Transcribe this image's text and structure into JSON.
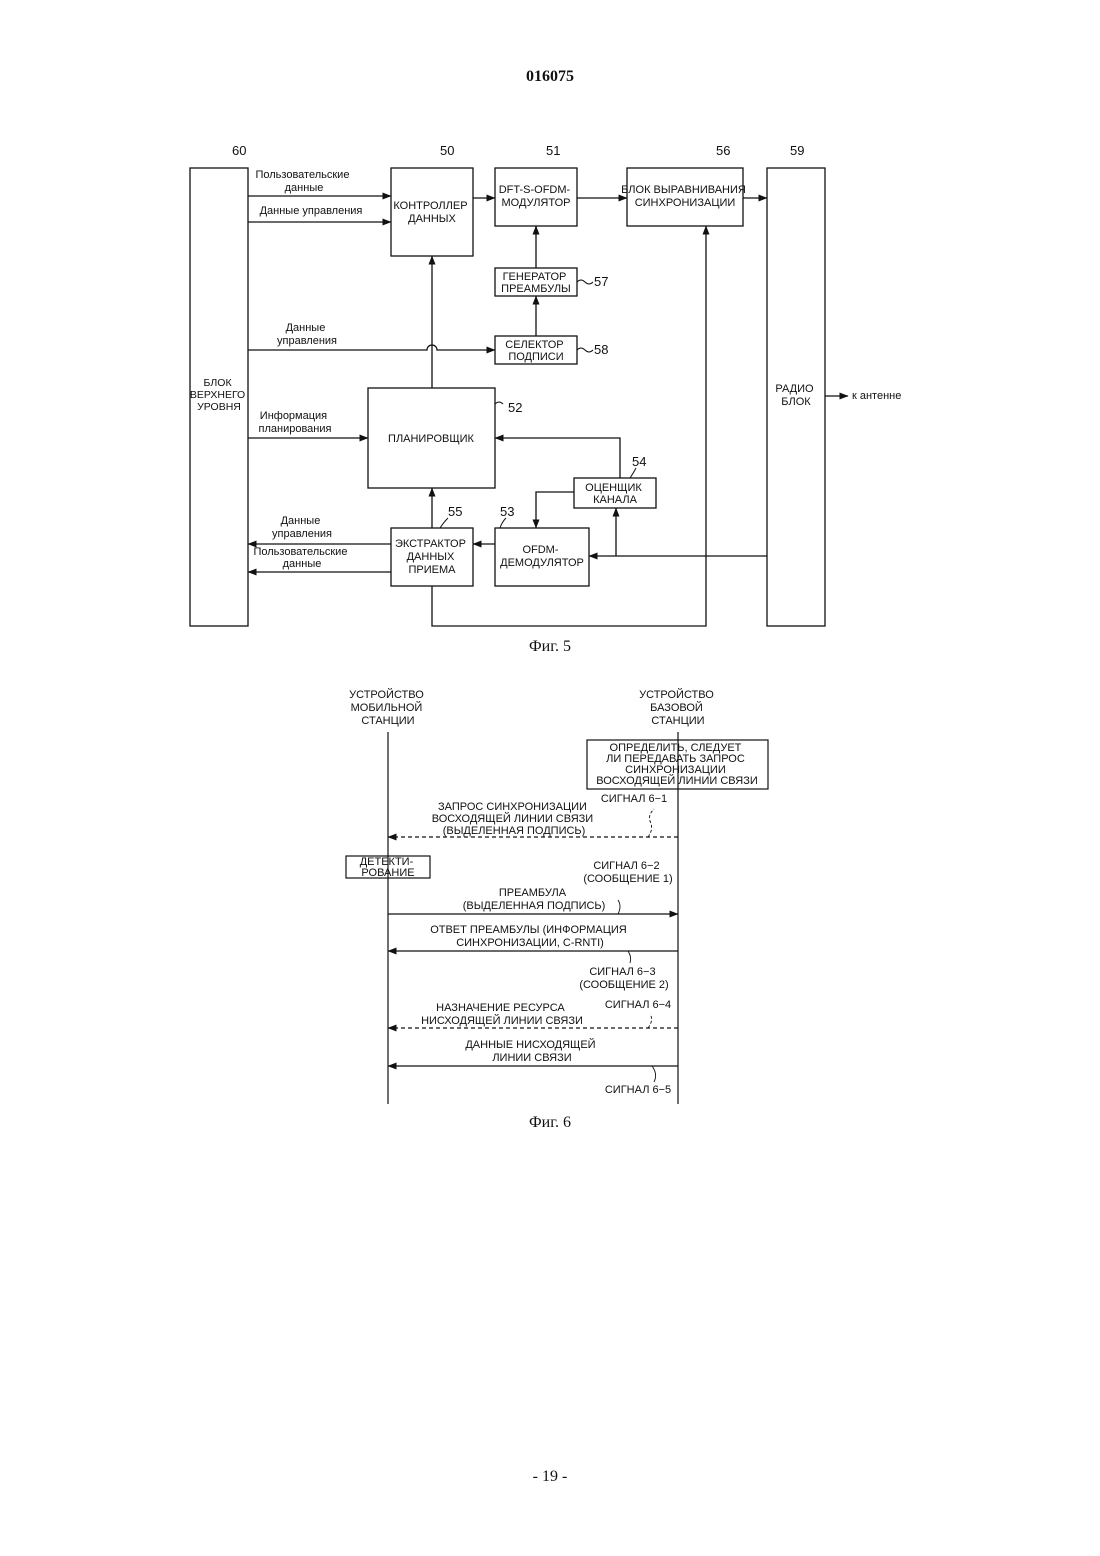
{
  "page_header": "016075",
  "page_footer": "- 19 -",
  "fig5": {
    "caption": "Фиг. 5",
    "blocks": {
      "upper_layer": {
        "ref": "60",
        "lines": [
          "БЛОК",
          "ВЕРХНЕГО",
          "УРОВНЯ"
        ]
      },
      "data_controller": {
        "ref": "50",
        "lines": [
          "КОНТРОЛЛЕР",
          "ДАННЫХ"
        ]
      },
      "modulator": {
        "ref": "51",
        "lines": [
          "DFT-S-OFDM-",
          "МОДУЛЯТОР"
        ]
      },
      "sync_block": {
        "ref": "56",
        "lines": [
          "БЛОК ВЫРАВНИВАНИЯ",
          "СИНХРОНИЗАЦИИ"
        ]
      },
      "radio": {
        "ref": "59",
        "lines": [
          "РАДИО",
          "БЛОК"
        ]
      },
      "preamble_gen": {
        "ref": "57",
        "lines": [
          "ГЕНЕРАТОР",
          "ПРЕАМБУЛЫ"
        ]
      },
      "sig_selector": {
        "ref": "58",
        "lines": [
          "СЕЛЕКТОР",
          "ПОДПИСИ"
        ]
      },
      "scheduler": {
        "ref": "52",
        "lines": [
          "ПЛАНИРОВЩИК"
        ]
      },
      "channel_est": {
        "ref": "54",
        "lines": [
          "ОЦЕНЩИК",
          "КАНАЛА"
        ]
      },
      "demodulator": {
        "ref": "53",
        "lines": [
          "OFDM-",
          "ДЕМОДУЛЯТОР"
        ]
      },
      "rx_extractor": {
        "ref": "55",
        "lines": [
          "ЭКСТРАКТОР",
          "ДАННЫХ",
          "ПРИЕМА"
        ]
      }
    },
    "signals": {
      "user_data_in": [
        "Пользовательские",
        "данные"
      ],
      "control_data_in": [
        "Данные управления"
      ],
      "control_data_sel": [
        "Данные",
        "управления"
      ],
      "sched_info": [
        "Информация",
        "планирования"
      ],
      "control_data_out": [
        "Данные",
        "управления"
      ],
      "user_data_out": [
        "Пользовательские",
        "данные"
      ],
      "to_antenna": "к антенне"
    }
  },
  "fig6": {
    "caption": "Фиг. 6",
    "mobile": [
      "УСТРОЙСТВО",
      "МОБИЛЬНОЙ",
      "СТАНЦИИ"
    ],
    "base": [
      "УСТРОЙСТВО",
      "БАЗОВОЙ",
      "СТАНЦИИ"
    ],
    "decide_box": [
      "ОПРЕДЕЛИТЬ, СЛЕДУЕТ",
      "ЛИ ПЕРЕДАВАТЬ ЗАПРОС",
      "СИНХРОНИЗАЦИИ",
      "ВОСХОДЯЩЕЙ ЛИНИИ СВЯЗИ"
    ],
    "detect_box": [
      "ДЕТЕКТИ-",
      "РОВАНИЕ"
    ],
    "messages": [
      {
        "id": "sig1",
        "signal": [
          "СИГНАЛ 6−1"
        ],
        "text": [
          "ЗАПРОС СИНХРОНИЗАЦИИ",
          "ВОСХОДЯЩЕЙ ЛИНИИ СВЯЗИ",
          "(ВЫДЕЛЕННАЯ ПОДПИСЬ)"
        ],
        "direction": "to_mobile",
        "style": "dashed"
      },
      {
        "id": "sig2",
        "signal": [
          "СИГНАЛ 6−2",
          "(СООБЩЕНИЕ 1)"
        ],
        "text": [
          "ПРЕАМБУЛА",
          "(ВЫДЕЛЕННАЯ ПОДПИСЬ)"
        ],
        "direction": "to_base",
        "style": "solid"
      },
      {
        "id": "sig3",
        "signal": [
          "СИГНАЛ 6−3",
          "(СООБЩЕНИЕ 2)"
        ],
        "text": [
          "ОТВЕТ ПРЕАМБУЛЫ (ИНФОРМАЦИЯ",
          "СИНХРОНИЗАЦИИ, C-RNTI)"
        ],
        "direction": "to_mobile",
        "style": "solid"
      },
      {
        "id": "sig4",
        "signal": [
          "СИГНАЛ 6−4"
        ],
        "text": [
          "НАЗНАЧЕНИЕ РЕСУРСА",
          "НИСХОДЯЩЕЙ ЛИНИИ СВЯЗИ"
        ],
        "direction": "to_mobile",
        "style": "dashed"
      },
      {
        "id": "sig5",
        "signal": [
          "СИГНАЛ 6−5"
        ],
        "text": [
          "ДАННЫЕ НИСХОДЯЩЕЙ",
          "ЛИНИИ СВЯЗИ"
        ],
        "direction": "to_mobile",
        "style": "solid"
      }
    ]
  }
}
